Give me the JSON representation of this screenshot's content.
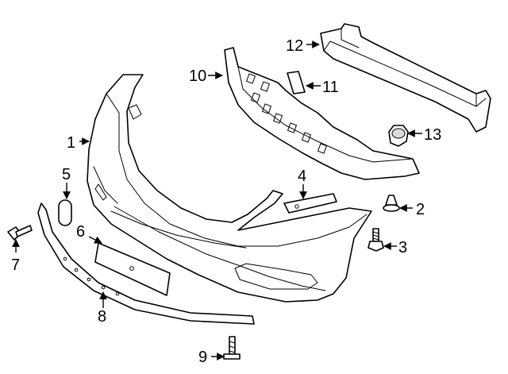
{
  "callouts": [
    {
      "id": "1",
      "label": "1"
    },
    {
      "id": "2",
      "label": "2"
    },
    {
      "id": "3",
      "label": "3"
    },
    {
      "id": "4",
      "label": "4"
    },
    {
      "id": "5",
      "label": "5"
    },
    {
      "id": "6",
      "label": "6"
    },
    {
      "id": "7",
      "label": "7"
    },
    {
      "id": "8",
      "label": "8"
    },
    {
      "id": "9",
      "label": "9"
    },
    {
      "id": "10",
      "label": "10"
    },
    {
      "id": "11",
      "label": "11"
    },
    {
      "id": "12",
      "label": "12"
    },
    {
      "id": "13",
      "label": "13"
    }
  ],
  "colors": {
    "line": "#000000",
    "background": "#ffffff",
    "shade": "#dcdcdc"
  }
}
